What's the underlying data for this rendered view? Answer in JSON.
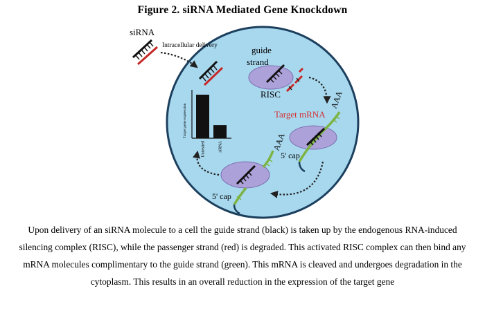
{
  "figure": {
    "title": "Figure 2. siRNA Mediated Gene Knockdown",
    "caption": "Upon delivery of an siRNA molecule to a cell the guide strand (black) is taken up by the endogenous RNA-induced silencing complex (RISC), while the passenger strand (red) is degraded. This activated RISC complex can then bind any mRNA molecules complimentary to the guide strand (green). This mRNA is cleaved and undergoes degradation in the cytoplasm. This results in an overall reduction in the expression of the target gene"
  },
  "labels": {
    "sirna": "siRNA",
    "delivery": "Intracellular delivery",
    "guide_line1": "guide",
    "guide_line2": "strand",
    "risc": "RISC",
    "target_mrna": "Target mRNA",
    "poly_a_1": "AAA",
    "poly_a_2": "AAA",
    "five_cap_1": "5' cap",
    "five_cap_2": "5' cap"
  },
  "inset_chart": {
    "ylabel": "Target gene expression",
    "bars": [
      {
        "label": "Untreated",
        "value": 1.0
      },
      {
        "label": "siRNA",
        "value": 0.3
      }
    ]
  },
  "colors": {
    "cell_fill": "#a8d8ee",
    "cell_stroke": "#1c3f5e",
    "risc_fill": "#aca1d8",
    "guide_strand": "#111111",
    "passenger_strand": "#c62828",
    "mrna": "#7cb342",
    "target_label": "#d32f2f"
  }
}
